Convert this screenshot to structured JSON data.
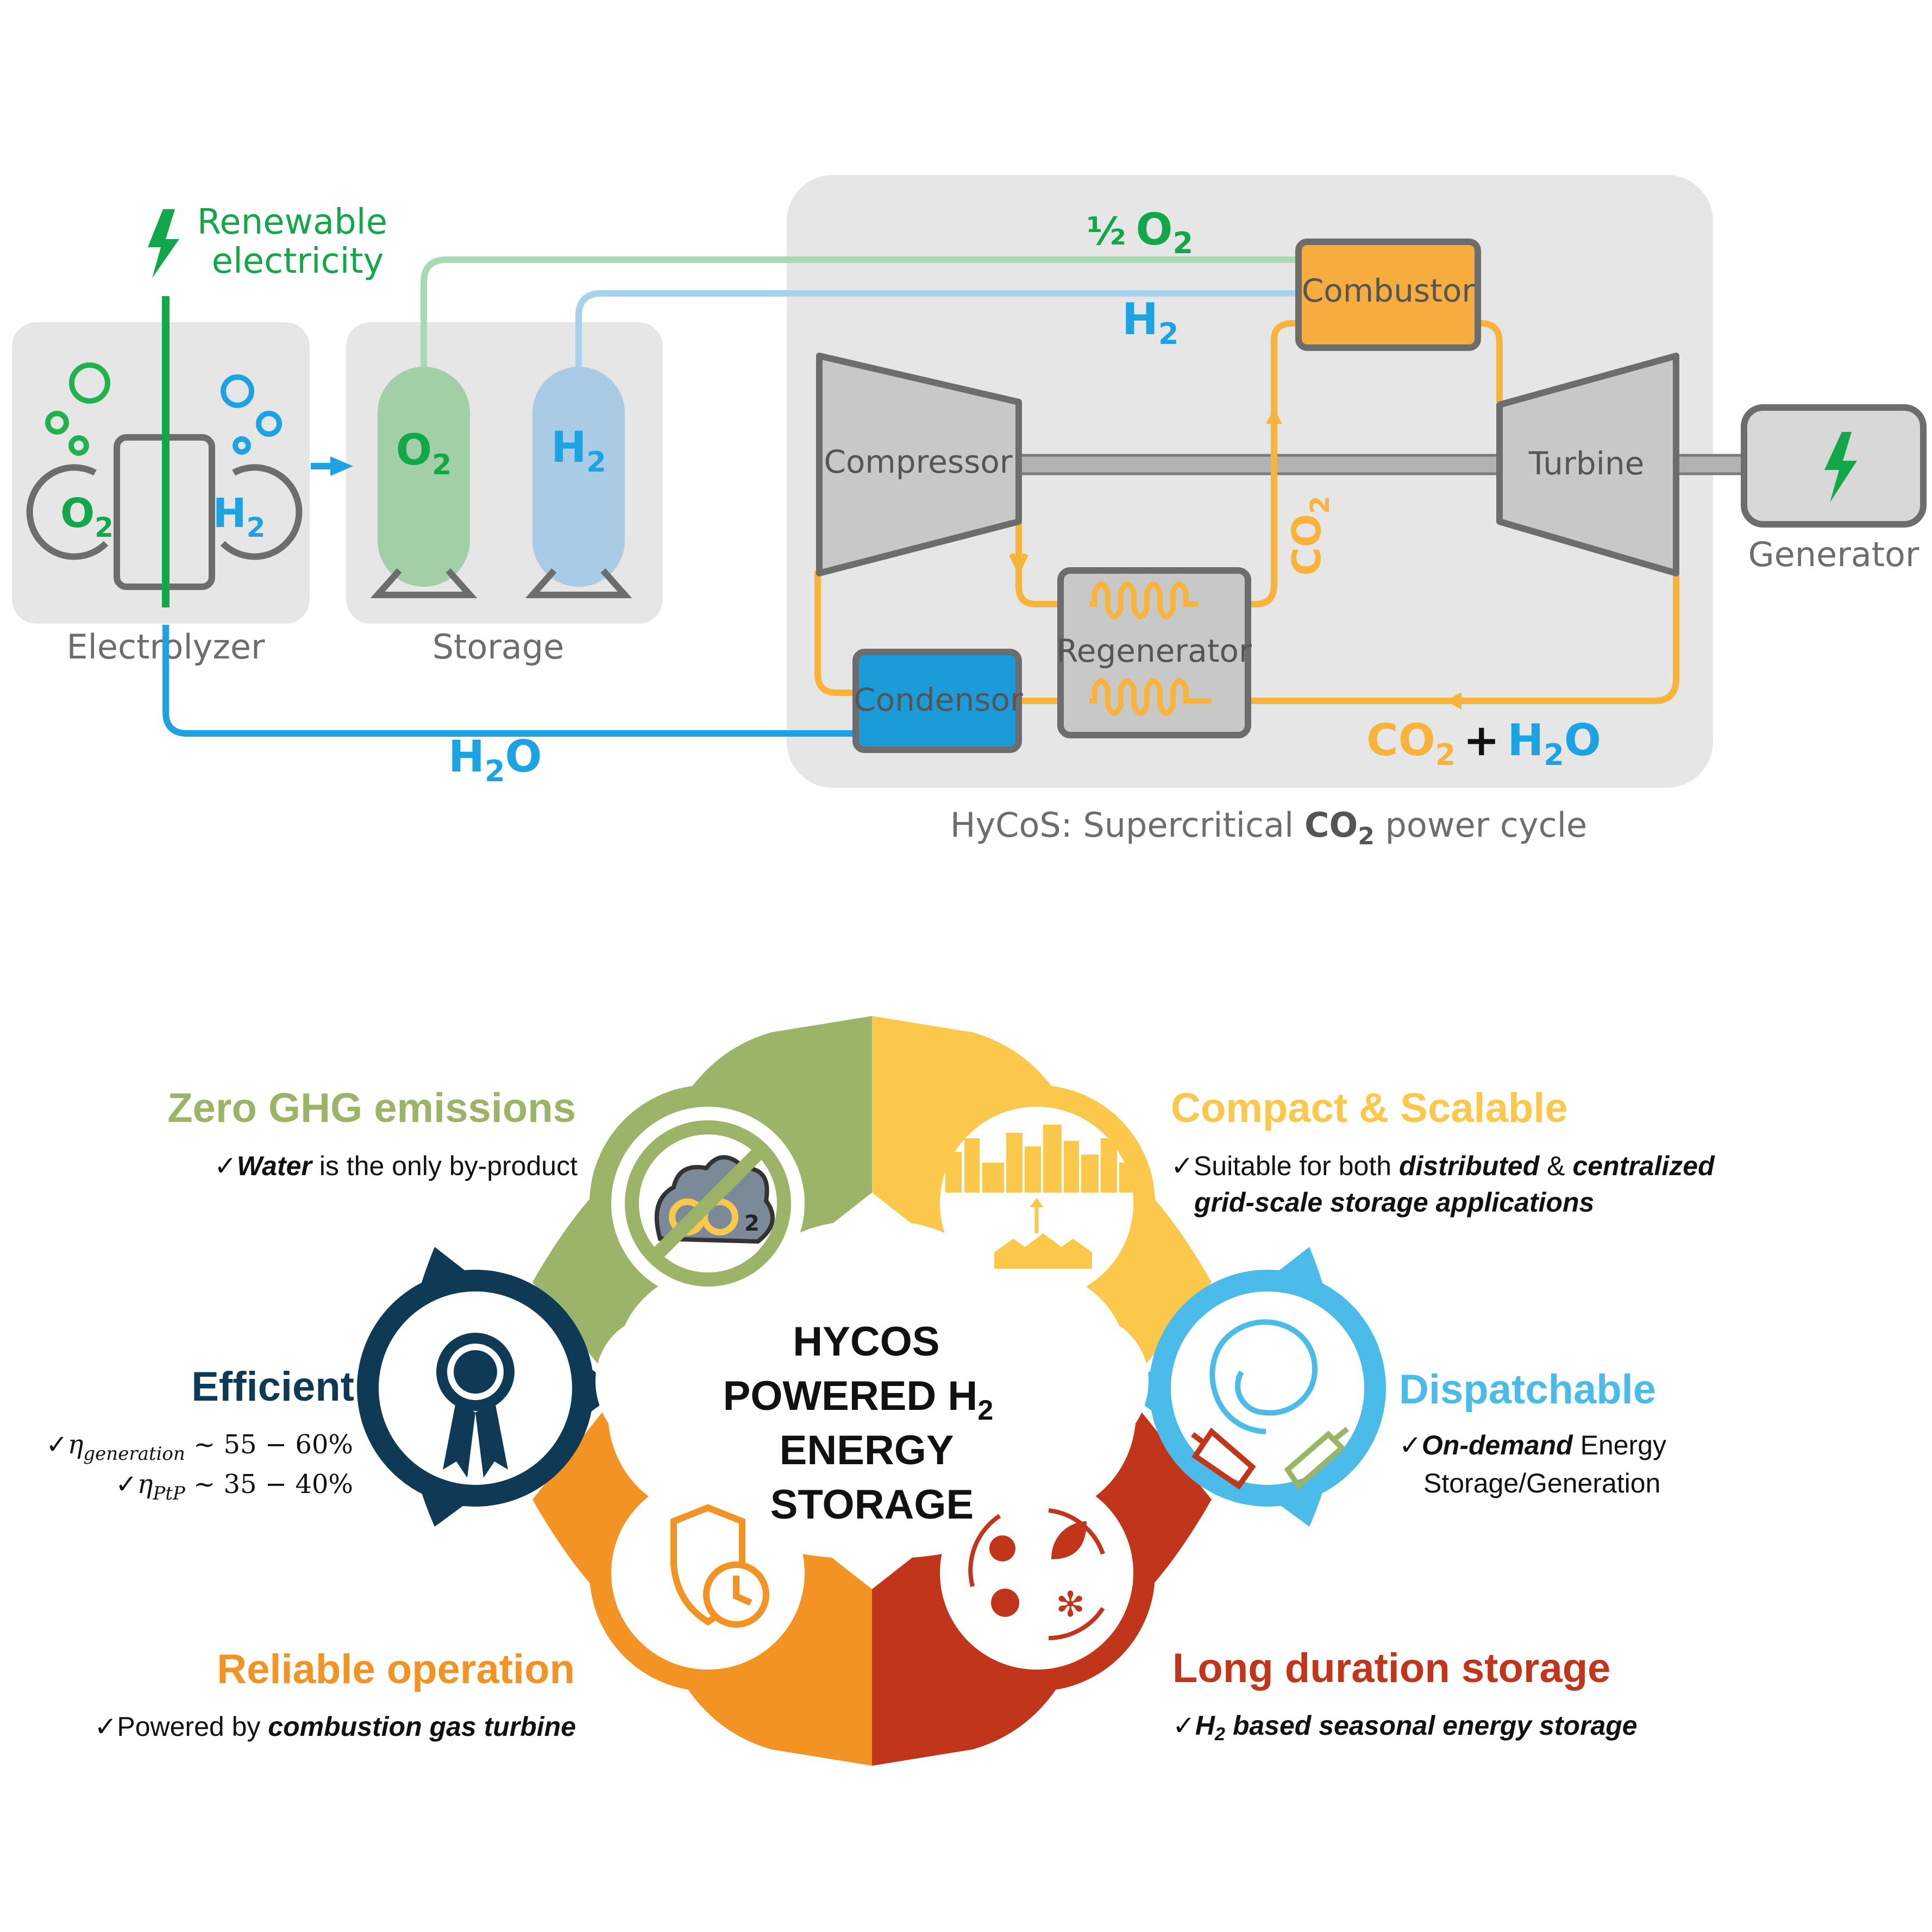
{
  "colors": {
    "green": "#12a84a",
    "blue": "#1ca3e3",
    "orange": "#f8b33a",
    "o2_tank": "#a2cfa6",
    "h2_tank": "#a9cbe6",
    "combustor": "#f7ad3e",
    "condensor": "#1c9bd9",
    "olive": "#9bb468",
    "yellow": "#fbc84b",
    "navy": "#0f3a55",
    "sky": "#4bbbea",
    "amber": "#f39324",
    "rust": "#c1351b"
  },
  "process": {
    "renewable_line1": "Renewable",
    "renewable_line2": "electricity",
    "half": "½",
    "o2_label": "O",
    "o2_sub": "2",
    "h2_label": "H",
    "h2_sub": "2",
    "electrolyzer": "Electrolyzer",
    "storage": "Storage",
    "compressor": "Compressor",
    "turbine": "Turbine",
    "combustor": "Combustor",
    "regenerator": "Regenerator",
    "condensor": "Condensor",
    "generator": "Generator",
    "co2_main": "CO",
    "co2_sub": "2",
    "h2o_main_a": "H",
    "h2o_sub": "2",
    "h2o_main_b": "O",
    "plus": "+",
    "cycle_caption_a": "HyCoS: Supercritical ",
    "cycle_caption_b": "CO",
    "cycle_caption_sub": "2",
    "cycle_caption_c": " power cycle"
  },
  "hub": {
    "center_line1": "HYCOS",
    "center_line2": "POWERED H",
    "center_line2_sub": "2",
    "center_line3": "ENERGY",
    "center_line4": "STORAGE",
    "icon_co2": "CO",
    "icon_co2_sub": "2"
  },
  "features": {
    "zero": {
      "title": "Zero GHG emissions",
      "check": "✓",
      "em": "Water",
      "rest": " is the only by-product"
    },
    "compact": {
      "title": "Compact & Scalable",
      "check": "✓",
      "pre": "Suitable for both ",
      "em1": "distributed",
      "mid": " & ",
      "em2": "centralized",
      "em3": "grid-scale storage applications"
    },
    "efficient": {
      "title": "Efficient",
      "check": "✓",
      "eta1": "η",
      "eta1_sub": "generation",
      "eta1_val": " ~ 55 − 60%",
      "eta2": "η",
      "eta2_sub": "PtP",
      "eta2_val": " ~ 35 − 40%"
    },
    "dispatch": {
      "title": "Dispatchable",
      "check": "✓",
      "em": "On-demand",
      "rest": " Energy",
      "line2": "Storage/Generation"
    },
    "reliable": {
      "title": "Reliable operation",
      "check": "✓",
      "pre": "Powered  by ",
      "em": "combustion gas turbine"
    },
    "long": {
      "title": "Long duration storage",
      "check": "✓",
      "em_a": "H",
      "em_sub": "2",
      "em_b": " based seasonal energy storage"
    }
  }
}
